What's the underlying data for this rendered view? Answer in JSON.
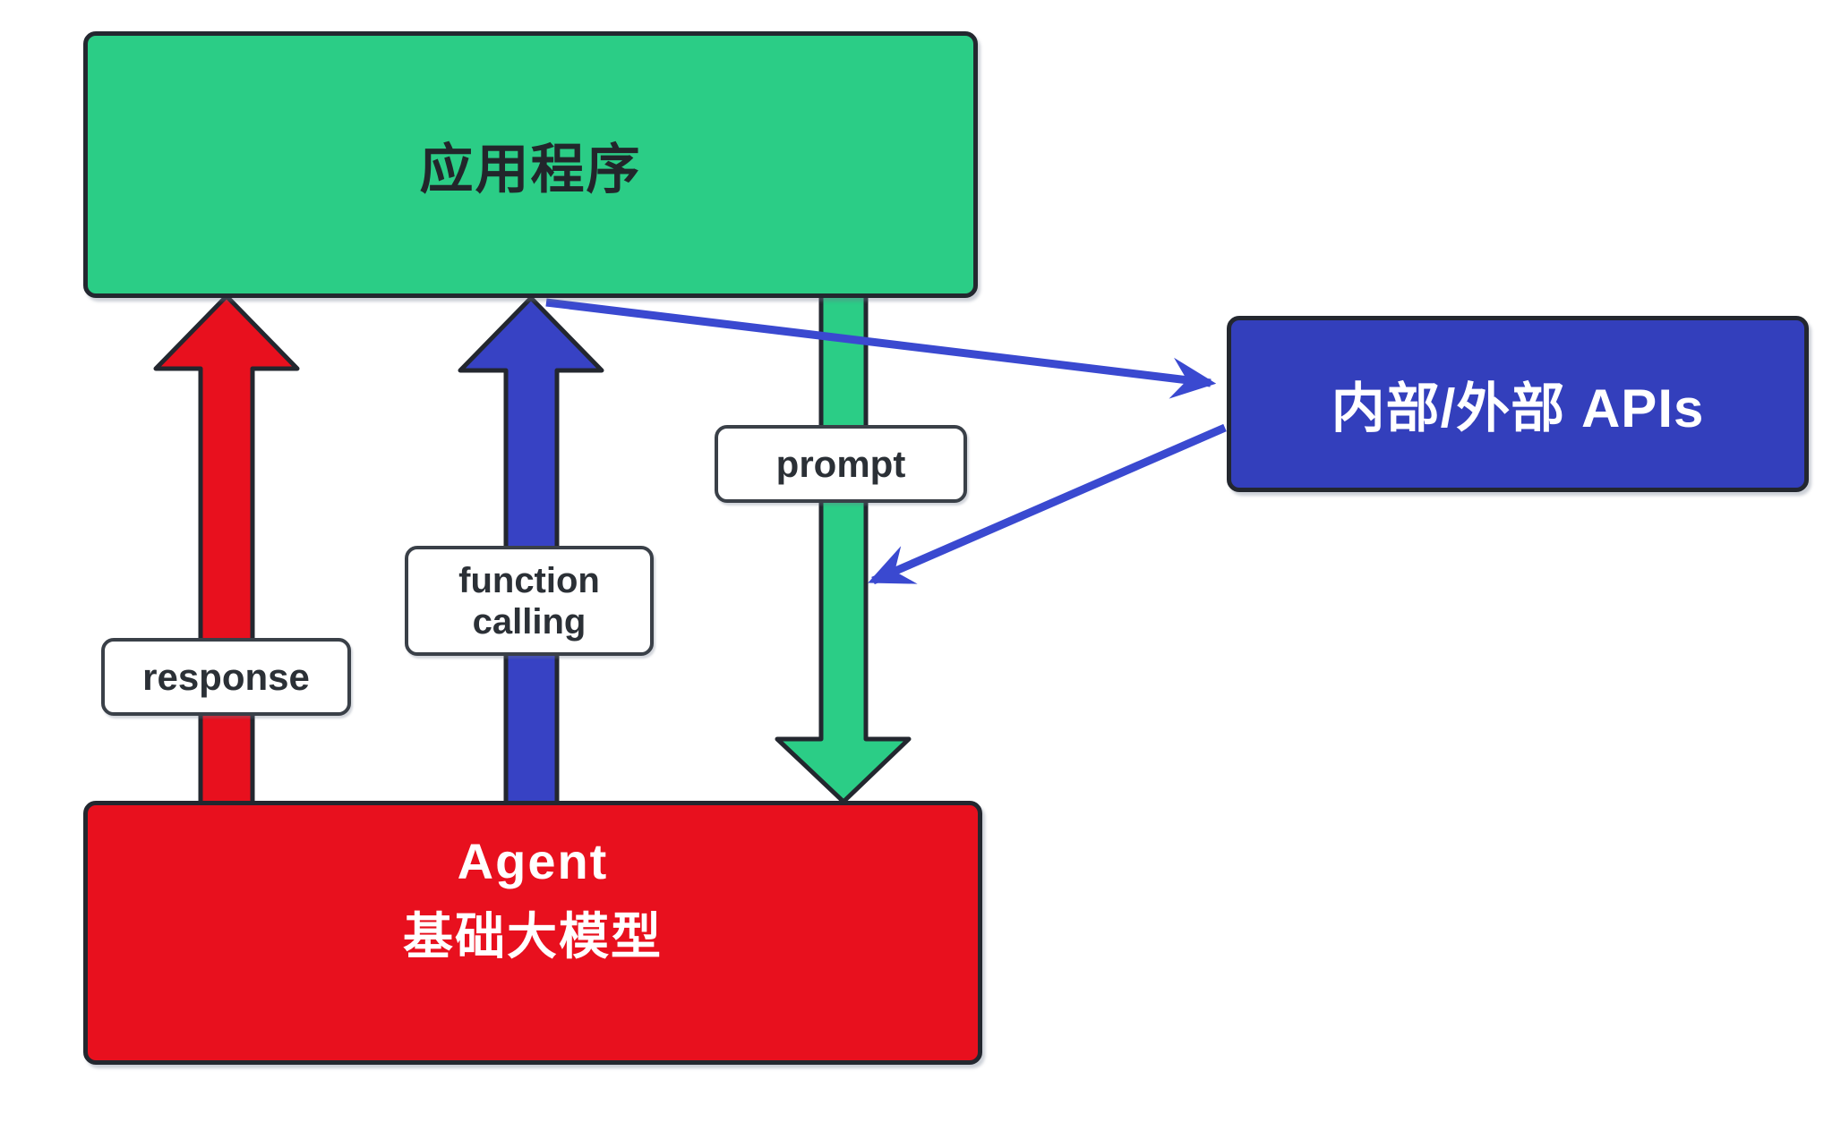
{
  "diagram_title": "Agent / application / APIs interaction diagram",
  "nodes": {
    "application": {
      "label": "应用程序",
      "color": "#2bcd86"
    },
    "agent": {
      "title": "Agent",
      "subtitle": "基础大模型",
      "color": "#e8101e"
    },
    "apis": {
      "label": "内部/外部 APIs",
      "color": "#333fbc"
    }
  },
  "edges": {
    "response": {
      "label": "response",
      "color": "#e8101e",
      "from": "agent",
      "to": "application",
      "direction": "up"
    },
    "function_calling": {
      "label_line1": "function",
      "label_line2": "calling",
      "color": "#3742c4",
      "from": "agent",
      "to": "application",
      "direction": "up"
    },
    "prompt": {
      "label": "prompt",
      "color": "#2bcd86",
      "from": "application",
      "to": "agent",
      "direction": "down"
    },
    "api_call": {
      "label": "",
      "color": "#3a49d0",
      "from": "application",
      "to": "apis"
    },
    "api_return": {
      "label": "",
      "color": "#3a49d0",
      "from": "apis",
      "to": "application"
    }
  },
  "colors": {
    "green": "#2bcd86",
    "red": "#e8101e",
    "blue_box": "#333fbc",
    "blue_arrow": "#3742c4",
    "blue_line": "#3a49d0",
    "outline": "#23272f",
    "label_border": "#3a4048",
    "label_text": "#2b3036",
    "label_bg": "#ffffff",
    "dark_text": "#22262b",
    "white_text": "#ffffff",
    "bg": "#ffffff"
  }
}
